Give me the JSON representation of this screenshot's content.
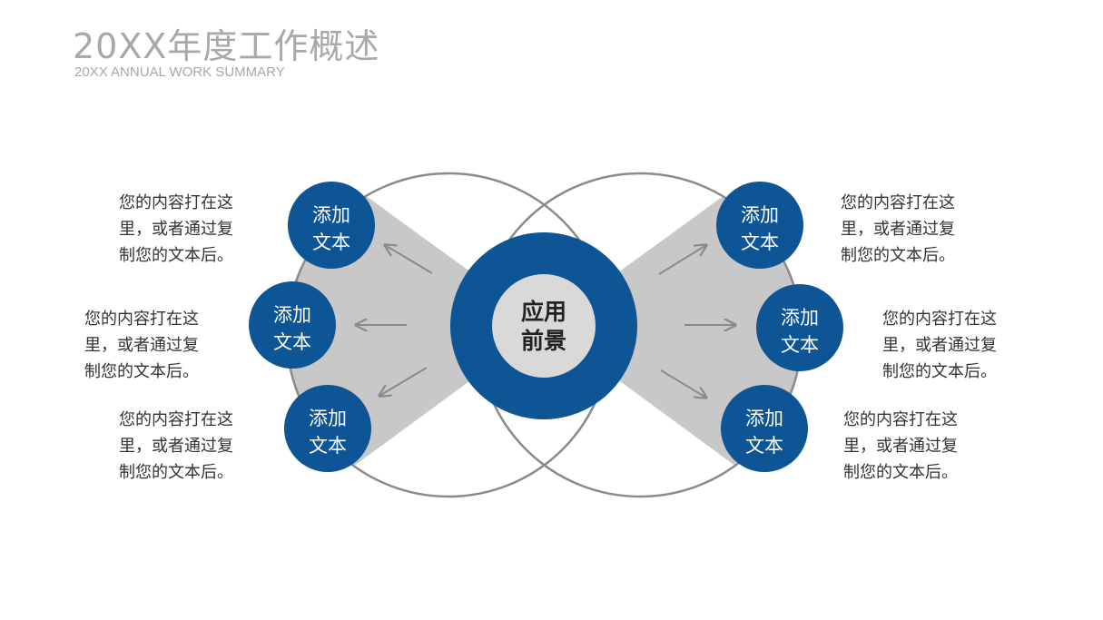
{
  "header": {
    "title": "20XX年度工作概述",
    "subtitle": "20XX ANNUAL WORK SUMMARY"
  },
  "center": {
    "line1": "应用",
    "line2": "前景"
  },
  "nodes": [
    {
      "line1": "添加",
      "line2": "文本"
    },
    {
      "line1": "添加",
      "line2": "文本"
    },
    {
      "line1": "添加",
      "line2": "文本"
    },
    {
      "line1": "添加",
      "line2": "文本"
    },
    {
      "line1": "添加",
      "line2": "文本"
    },
    {
      "line1": "添加",
      "line2": "文本"
    }
  ],
  "descriptions": [
    {
      "line1": "您的内容打在这",
      "line2": "里，或者通过复",
      "line3": "制您的文本后。"
    },
    {
      "line1": "您的内容打在这",
      "line2": "里，或者通过复",
      "line3": "制您的文本后。"
    },
    {
      "line1": "您的内容打在这",
      "line2": "里，或者通过复",
      "line3": "制您的文本后。"
    },
    {
      "line1": "您的内容打在这",
      "line2": "里，或者通过复",
      "line3": "制您的文本后。"
    },
    {
      "line1": "您的内容打在这",
      "line2": "里，或者通过复",
      "line3": "制您的文本后。"
    },
    {
      "line1": "您的内容打在这",
      "line2": "里，或者通过复",
      "line3": "制您的文本后。"
    }
  ],
  "colors": {
    "primary": "#0d5594",
    "gray_fill": "#c8c8c8",
    "ring_stroke": "#8a8a8a",
    "center_inner": "#d9d9d9",
    "text": "#333333",
    "title": "#a8a8a8"
  }
}
